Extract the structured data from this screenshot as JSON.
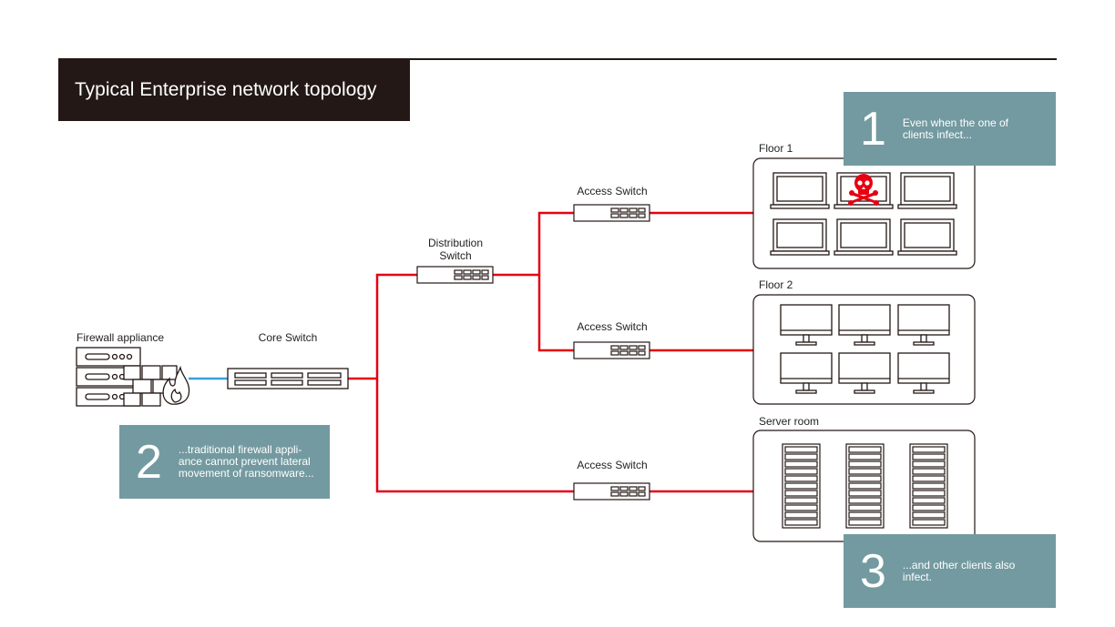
{
  "title": "Typical Enterprise network topology",
  "labels": {
    "firewall": "Firewall appliance",
    "core_switch": "Core Switch",
    "distribution_switch_line1": "Distribution",
    "distribution_switch_line2": "Switch",
    "access_switch_1": "Access Switch",
    "access_switch_2": "Access Switch",
    "access_switch_3": "Access Switch",
    "floor1": "Floor 1",
    "floor2": "Floor 2",
    "server_room": "Server room"
  },
  "callouts": [
    {
      "number": "1",
      "line1": "Even when the one of",
      "line2": "clients infect...",
      "line3": ""
    },
    {
      "number": "2",
      "line1": "...traditional firewall appli-",
      "line2": "ance cannot prevent lateral",
      "line3": "movement of ransomware..."
    },
    {
      "number": "3",
      "line1": "...and other clients also",
      "line2": "infect.",
      "line3": ""
    }
  ],
  "colors": {
    "infection_link": "#e60012",
    "safe_link": "#3aa0d8",
    "callout_bg": "#739aa0",
    "title_bg": "#231815"
  },
  "icons": [
    "firewall-icon",
    "switch-icon",
    "laptop-icon",
    "monitor-icon",
    "server-rack-icon",
    "skull-icon",
    "fire-icon"
  ]
}
